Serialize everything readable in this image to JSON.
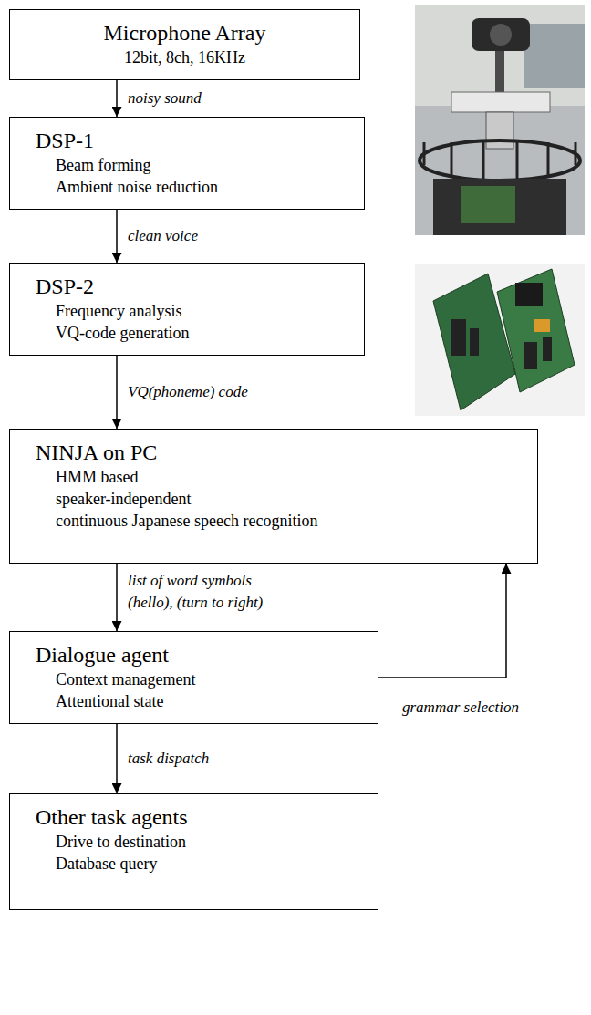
{
  "diagram": {
    "nodes": [
      {
        "text": [
          "Microphone Array",
          "12bit, 8ch, 16KHz"
        ]
      },
      {
        "text": [
          "DSP-1",
          "Beam forming",
          "Ambient noise reduction"
        ]
      },
      {
        "text": [
          "DSP-2",
          "Frequency analysis",
          "VQ-code generation"
        ]
      },
      {
        "text": [
          "NINJA on PC",
          "HMM based",
          "speaker-independent",
          "continuous Japanese speech recognition"
        ]
      },
      {
        "text": [
          "Dialogue agent",
          "Context management",
          "Attentional state"
        ]
      },
      {
        "text": [
          "Other task agents",
          "Drive to destination",
          "Database query"
        ]
      }
    ],
    "edges": [
      {
        "from": 0,
        "to": 1,
        "arrow": "to",
        "label": "noisy sound"
      },
      {
        "from": 1,
        "to": 2,
        "arrow": "to",
        "label": "clean voice"
      },
      {
        "from": 2,
        "to": 3,
        "arrow": "to",
        "label": "VQ(phoneme) code"
      },
      {
        "from": 3,
        "to": 4,
        "arrow": "to",
        "label": "list of word symbols"
      },
      {
        "from": 4,
        "to": 3,
        "arrow": "to",
        "label": "grammar selection"
      },
      {
        "from": 4,
        "to": 5,
        "arrow": "to",
        "label": "task dispatch"
      }
    ],
    "labels": [
      "(hello), (turn to right)"
    ]
  }
}
